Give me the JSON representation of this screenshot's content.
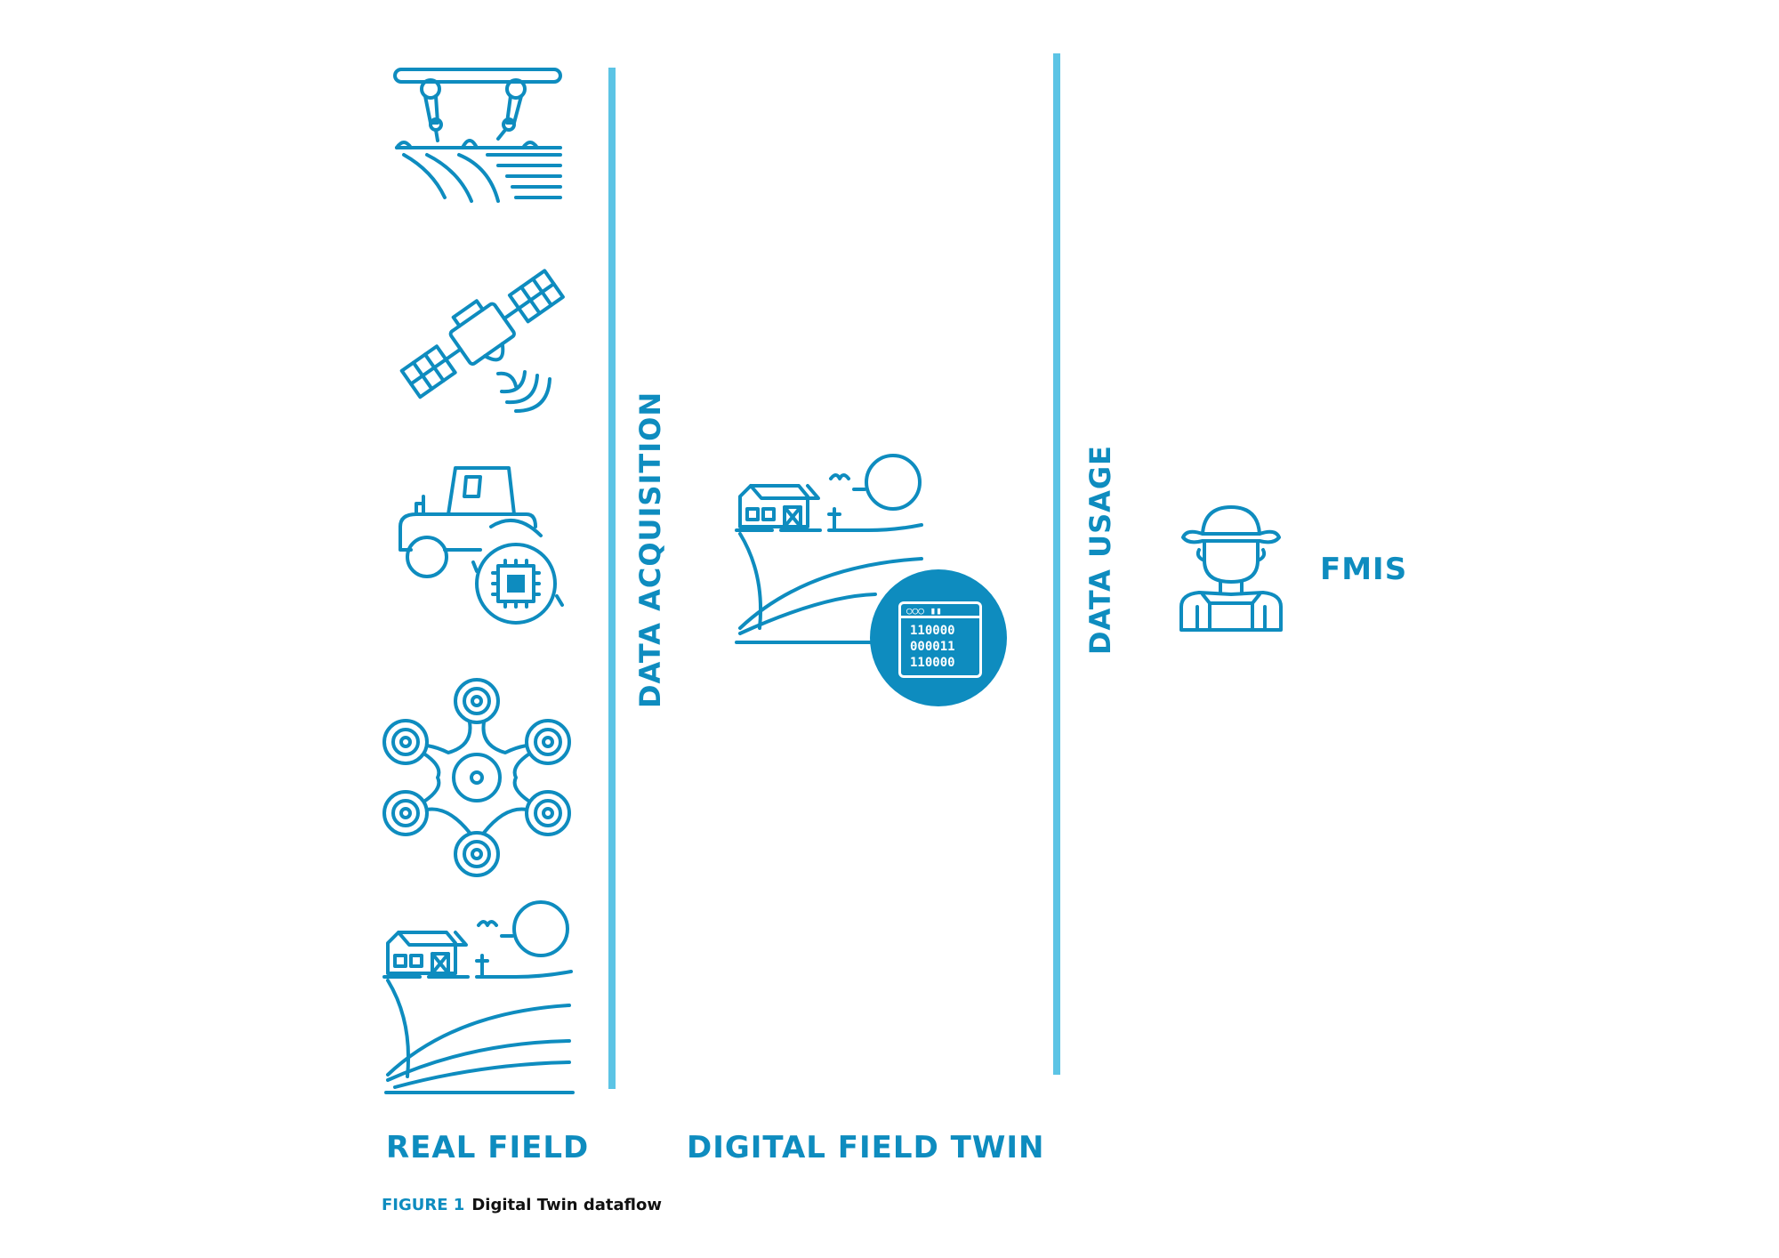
{
  "labels": {
    "data_acquisition": "DATA ACQUISITION",
    "data_usage": "DATA USAGE",
    "fmis": "FMIS",
    "real_field": "REAL FIELD",
    "digital_field_twin": "DIGITAL FIELD TWIN"
  },
  "caption": {
    "figure_number": "FIGURE 1",
    "text": "Digital Twin dataflow"
  },
  "data_icon_text": [
    "110000",
    "000011",
    "110000"
  ],
  "icons": [
    "robot-arms-field-icon",
    "satellite-icon",
    "tractor-chip-icon",
    "drone-icon",
    "farm-field-icon",
    "digital-farm-icon",
    "data-badge-icon",
    "farmer-icon"
  ],
  "colors": {
    "accent": "#0e8cbf",
    "divider": "#5cc4e5",
    "text": "#111111"
  }
}
